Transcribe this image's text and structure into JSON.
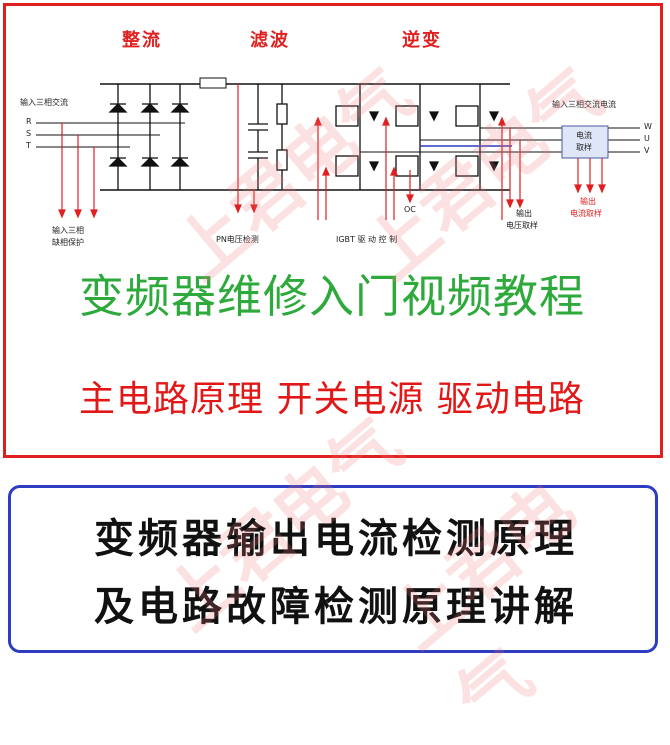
{
  "sections": {
    "rectify": "整流",
    "filter": "滤波",
    "invert": "逆变"
  },
  "labels": {
    "input_left": "输入三相交流",
    "phase_r": "R",
    "phase_s": "S",
    "phase_t": "T",
    "input_protect_1": "输入三相",
    "input_protect_2": "缺相保护",
    "pn_detect": "PN电压检测",
    "igbt_drive": "IGBT 驱 动 控 制",
    "oc": "OC",
    "output_voltage_1": "输出",
    "output_voltage_2": "电压取样",
    "input_right": "输入三相交流电流",
    "current_box_1": "电流",
    "current_box_2": "取样",
    "out_w": "W",
    "out_u": "U",
    "out_v": "V",
    "output_current_1": "输出",
    "output_current_2": "电流取样"
  },
  "main_title": "变频器维修入门视频教程",
  "sub_title": "主电路原理 开关电源 驱动电路",
  "bottom_line1": "变频器输出电流检测原理",
  "bottom_line2": "及电路故障检测原理讲解",
  "colors": {
    "frame": "#e02020",
    "title_green": "#2eaa3c",
    "subtitle_red": "#e21818",
    "panel_border": "#2d3cc0"
  },
  "watermark": "上君电气"
}
